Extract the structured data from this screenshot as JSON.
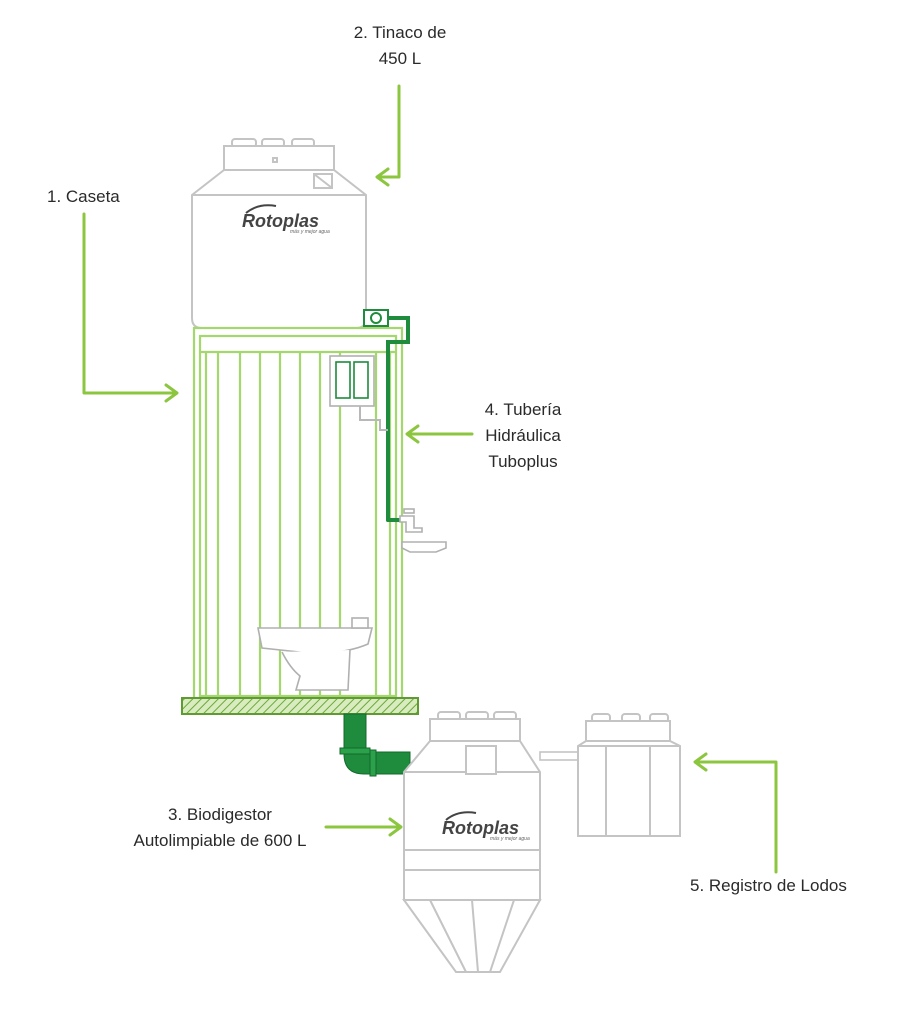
{
  "labels": {
    "caseta": "1. Caseta",
    "tinaco_line1": "2. Tinaco de",
    "tinaco_line2": "450 L",
    "biodigestor_line1": "3. Biodigestor",
    "biodigestor_line2": "Autolimpiable de 600 L",
    "tuberia_line1": "4. Tubería",
    "tuberia_line2": "Hidráulica",
    "tuberia_line3": "Tuboplus",
    "registro": "5. Registro de Lodos"
  },
  "brand": {
    "name": "Rotoplas",
    "tagline": "más y mejor agua"
  },
  "colors": {
    "accent_green": "#8cc63f",
    "pipe_green": "#1e8c3c",
    "outline_gray": "#bdbdbd",
    "text": "#2a2a2a"
  }
}
